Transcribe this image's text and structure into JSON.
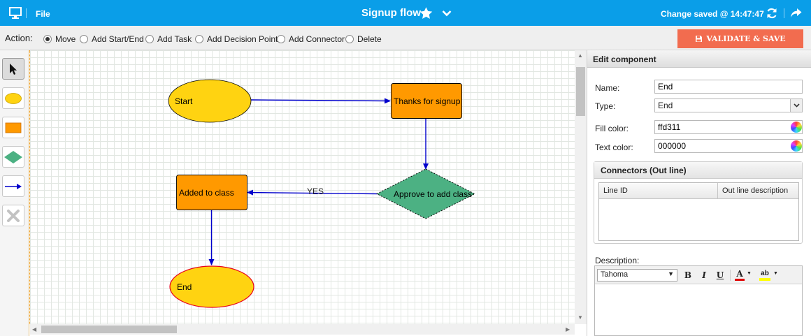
{
  "topbar": {
    "file_label": "File",
    "title": "Signup flow",
    "status": "Change saved @ 14:47:47",
    "icons": [
      "monitor-icon",
      "star-icon",
      "chevron-down-icon",
      "refresh-icon",
      "share-icon"
    ]
  },
  "actionbar": {
    "label": "Action:",
    "options": [
      "Move",
      "Add Start/End",
      "Add Task",
      "Add Decision Point",
      "Add Connector",
      "Delete"
    ],
    "selected": "Move",
    "validate_label": "VALIDATE & SAVE"
  },
  "toolbox": {
    "tools": [
      "pointer-tool",
      "start-end-tool",
      "task-tool",
      "decision-tool",
      "connector-tool",
      "delete-tool"
    ]
  },
  "diagram": {
    "nodes": {
      "start": "Start",
      "thanks": "Thanks for signup",
      "approve": "Approve to add class",
      "added": "Added to class",
      "end": "End"
    },
    "edge_label_yes": "YES"
  },
  "panel": {
    "title": "Edit component",
    "name_label": "Name:",
    "name_value": "End",
    "type_label": "Type:",
    "type_value": "End",
    "fill_label": "Fill color:",
    "fill_value": "ffd311",
    "text_label": "Text color:",
    "text_value": "000000",
    "connectors_title": "Connectors (Out line)",
    "col_line_id": "Line ID",
    "col_out_desc": "Out line description",
    "desc_label": "Description:",
    "font_value": "Tahoma",
    "bold": "B",
    "italic": "I",
    "underline": "U",
    "font_color_glyph": "A",
    "highlight_glyph": "ab"
  },
  "colors": {
    "topbar": "#0a9ee8",
    "validate": "#f26c4f",
    "start_end_fill": "#ffd311",
    "task_fill": "#ff9900",
    "decision_fill": "#4cb183",
    "connector": "#0000cc"
  }
}
